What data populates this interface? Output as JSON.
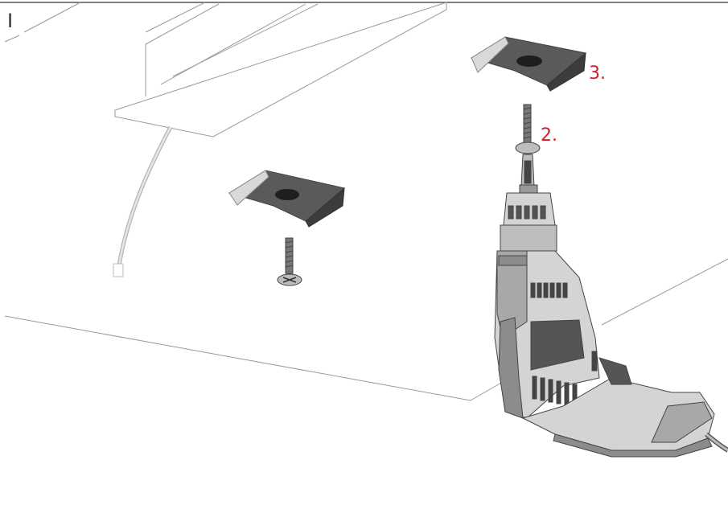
{
  "top_marker": "I",
  "step_labels": {
    "step2": "2.",
    "step3": "3."
  },
  "colors": {
    "line": "#8c8c8c",
    "step_label": "#cc2229",
    "clip_dark": "#5a5a5a",
    "clip_light": "#d9d9d9",
    "drill_light": "#d4d4d4",
    "drill_mid": "#a8a8a8",
    "drill_dark": "#555555"
  }
}
